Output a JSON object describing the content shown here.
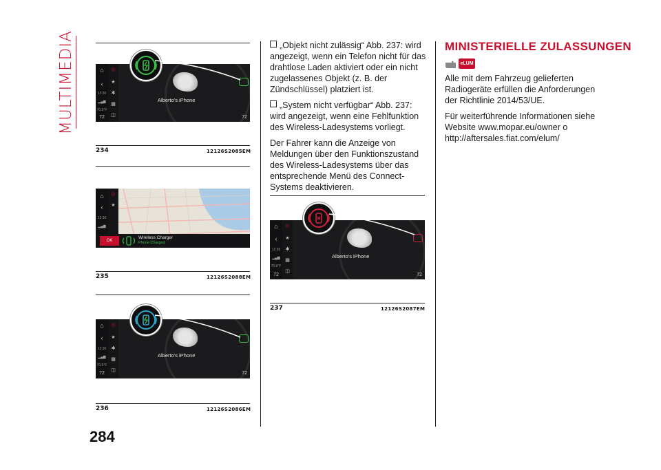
{
  "side_title": "MULTIMEDIA",
  "figures": [
    {
      "number": "234",
      "code": "12126S2085EM",
      "phone_label": "Alberto's iPhone",
      "time": "12:36",
      "temp": "70.5°F",
      "left_temp": "72",
      "right_temp": "72",
      "state_color": "#3cc24a"
    },
    {
      "number": "235",
      "code": "12126S2088EM",
      "time": "12:36",
      "ok_label": "OK",
      "banner_title": "Wireless Charger",
      "banner_sub": "Phone Charged",
      "state_color": "#3cc24a"
    },
    {
      "number": "236",
      "code": "12126S2086EM",
      "phone_label": "Alberto's iPhone",
      "time": "12:36",
      "temp": "70.5°F",
      "left_temp": "72",
      "right_temp": "72",
      "state_color": "#2ea7c9"
    },
    {
      "number": "237",
      "code": "12126S2087EM",
      "phone_label": "Alberto's iPhone",
      "time": "12:36",
      "temp": "70.5°F",
      "left_temp": "72",
      "right_temp": "72",
      "state_color": "#d0223a"
    }
  ],
  "column2": {
    "bullet1": "„Objekt nicht zulässig“ Abb. 237: wird angezeigt, wenn ein Telefon nicht für das drahtlose Laden aktiviert oder ein nicht zugelassenes Objekt (z. B. der Zündschlüssel) platziert ist.",
    "bullet2": "„System nicht verfügbar“ Abb. 237: wird angezeigt, wenn eine Fehlfunktion des Wireless-Ladesystems vorliegt.",
    "para": "Der Fahrer kann die Anzeige von Meldungen über den Funktionszustand des Wireless-Ladesystems über das entsprechende Menü des Connect-Systems deaktivieren."
  },
  "column3": {
    "heading": "MINISTERIELLE ZULASSUNGEN",
    "badge": "eLUM",
    "para1": "Alle mit dem Fahrzeug gelieferten Radiogeräte erfüllen die Anforderungen der Richtlinie 2014/53/UE.",
    "para2": "Für weiterführende Informationen siehe Website www.mopar.eu/owner o http://aftersales.fiat.com/elum/"
  },
  "page_number": "284",
  "colors": {
    "accent": "#c8102e",
    "screen_bg": "#1b1b1d"
  }
}
